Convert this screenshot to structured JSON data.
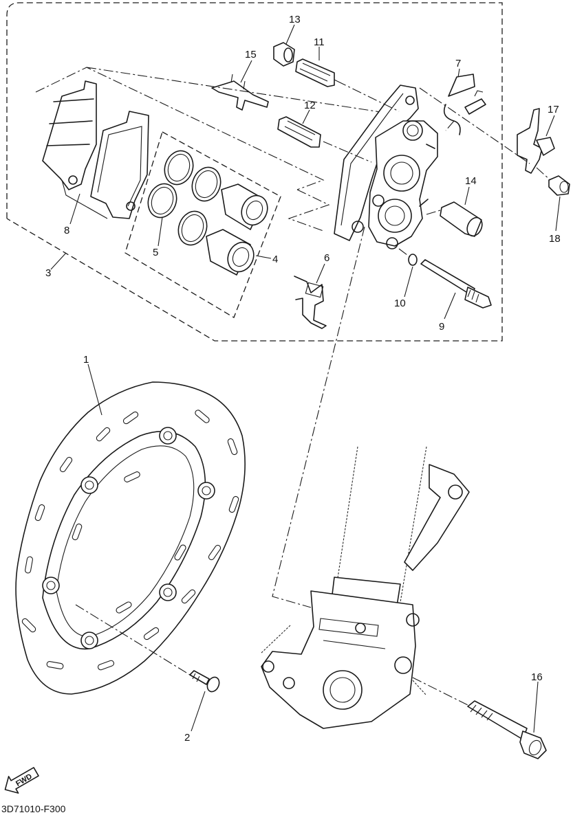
{
  "diagram": {
    "drawing_code": "3D71010-F300",
    "direction_marker": "FWD",
    "callouts": [
      {
        "id": "callout-1",
        "label": "1"
      },
      {
        "id": "callout-2",
        "label": "2"
      },
      {
        "id": "callout-3",
        "label": "3"
      },
      {
        "id": "callout-4",
        "label": "4"
      },
      {
        "id": "callout-5",
        "label": "5"
      },
      {
        "id": "callout-6",
        "label": "6"
      },
      {
        "id": "callout-7",
        "label": "7"
      },
      {
        "id": "callout-8",
        "label": "8"
      },
      {
        "id": "callout-9",
        "label": "9"
      },
      {
        "id": "callout-10",
        "label": "10"
      },
      {
        "id": "callout-11",
        "label": "11"
      },
      {
        "id": "callout-12",
        "label": "12"
      },
      {
        "id": "callout-13",
        "label": "13"
      },
      {
        "id": "callout-14",
        "label": "14"
      },
      {
        "id": "callout-15",
        "label": "15"
      },
      {
        "id": "callout-16",
        "label": "16"
      },
      {
        "id": "callout-17",
        "label": "17"
      },
      {
        "id": "callout-18",
        "label": "18"
      }
    ],
    "line_color": "#1a1a1a",
    "background": "#ffffff"
  }
}
